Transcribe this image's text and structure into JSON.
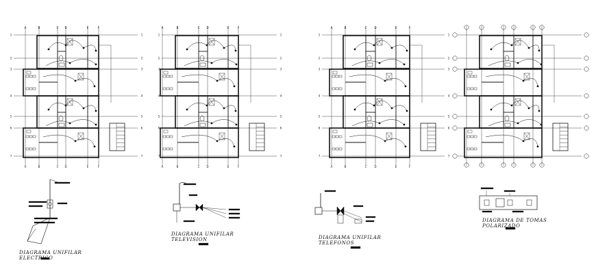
{
  "drawing": {
    "grid_columns": [
      "A",
      "B",
      "C",
      "D",
      "E",
      "F"
    ],
    "grid_rows": [
      "1",
      "2",
      "3",
      "4",
      "5",
      "6",
      "7"
    ],
    "plans": [
      {
        "id": "plan-1",
        "style": "letters"
      },
      {
        "id": "plan-2",
        "style": "letters"
      },
      {
        "id": "plan-3",
        "style": "letters"
      },
      {
        "id": "plan-4",
        "style": "bubbles"
      }
    ]
  },
  "diagrams": [
    {
      "id": "electrico",
      "title_line1": "DIAGRAMA UNIFILAR",
      "title_line2": "ELECTRICO"
    },
    {
      "id": "television",
      "title_line1": "DIAGRAMA UNIFILAR",
      "title_line2": "TELEVISION"
    },
    {
      "id": "telefonos",
      "title_line1": "DIAGRAMA UNIFILAR",
      "title_line2": "TELEFONOS"
    },
    {
      "id": "tomas",
      "title_line1": "DIAGRAMA DE TOMAS",
      "title_line2": "POLARIZADO"
    }
  ],
  "colors": {
    "ink": "#111111",
    "background": "#ffffff"
  }
}
